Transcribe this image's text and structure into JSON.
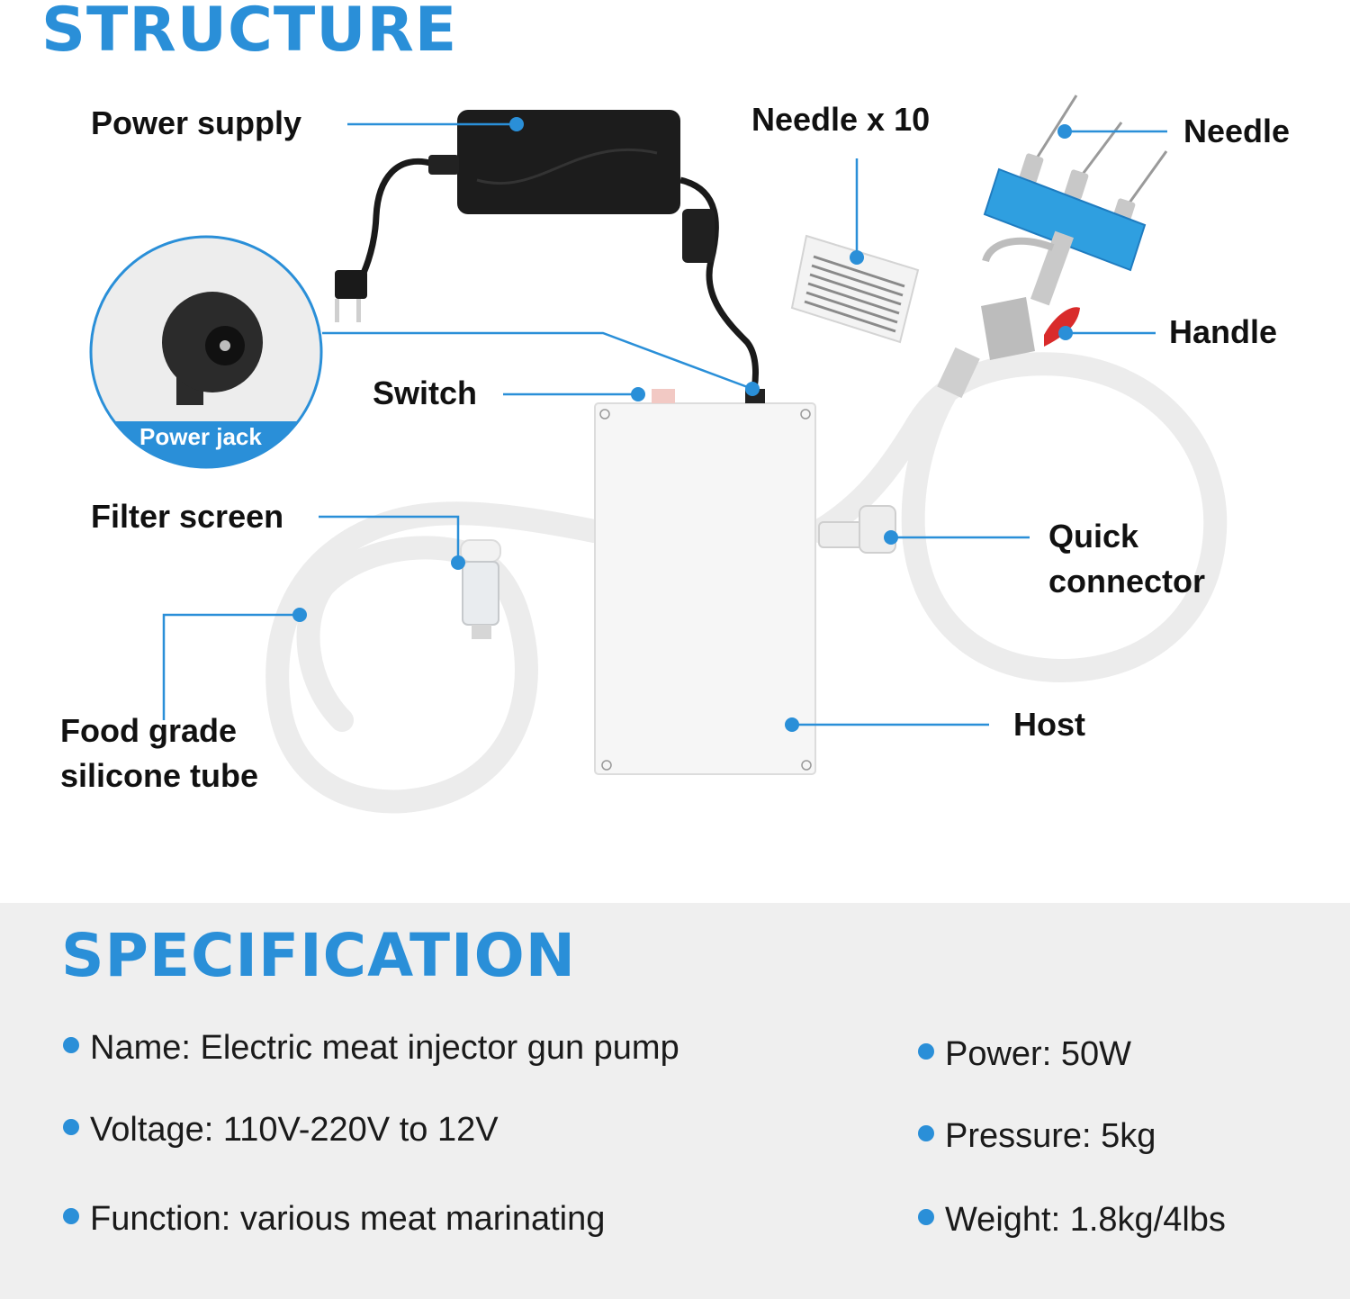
{
  "structure": {
    "title": "STRUCTURE",
    "labels": {
      "power_supply": "Power supply",
      "needle_x10": "Needle x 10",
      "needle": "Needle",
      "handle": "Handle",
      "switch": "Switch",
      "power_jack": "Power jack",
      "filter_screen": "Filter screen",
      "quick_connector": [
        "Quick",
        "connector"
      ],
      "food_grade": [
        "Food grade",
        "silicone tube"
      ],
      "host": "Host"
    }
  },
  "specification": {
    "title": "SPECIFICATION",
    "left_items": [
      "Name: Electric meat injector gun pump",
      "Voltage: 110V-220V to 12V",
      "Function: various meat marinating"
    ],
    "right_items": [
      "Power: 50W",
      "Pressure: 5kg",
      "Weight: 1.8kg/4lbs"
    ]
  },
  "colors": {
    "accent": "#2a8fd8",
    "panel": "#efefef",
    "text": "#111111"
  }
}
